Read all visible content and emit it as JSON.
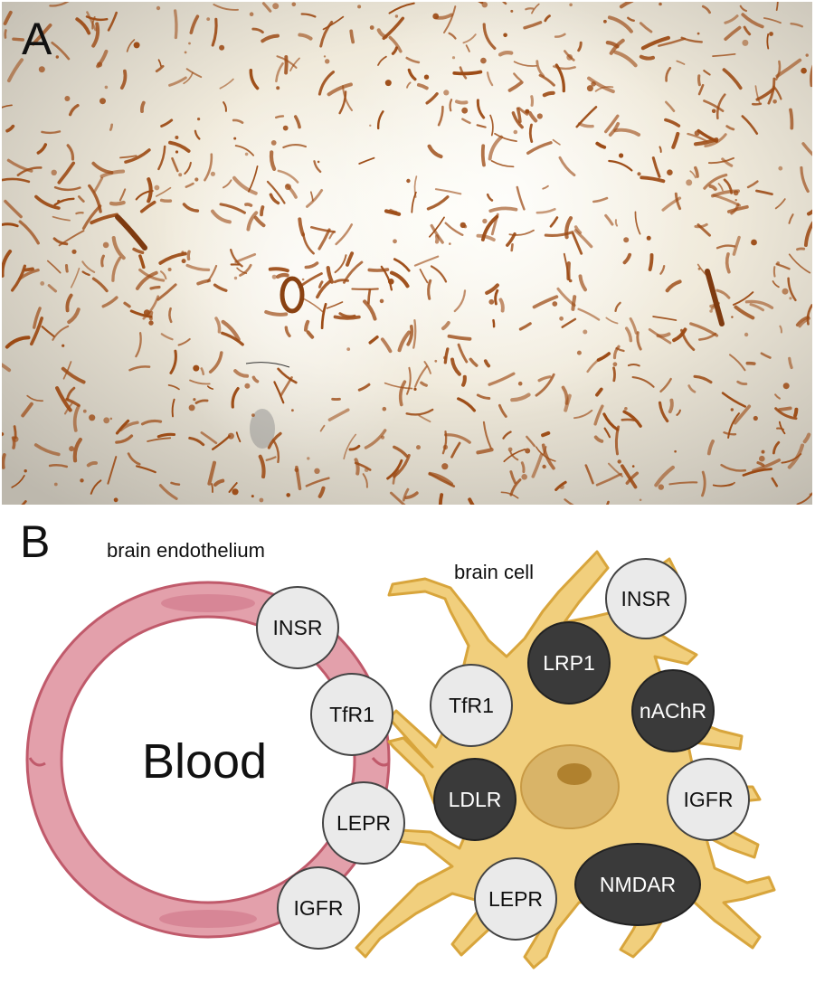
{
  "figure": {
    "panel_a": {
      "label": "A"
    },
    "panel_b": {
      "label": "B",
      "endothelium_title": "brain endothelium",
      "lumen_label": "Blood",
      "cell_title": "brain cell",
      "endothelial_receptors": [
        "INSR",
        "TfR1",
        "LEPR",
        "IGFR"
      ],
      "cell_receptors": [
        {
          "name": "INSR",
          "style": "light"
        },
        {
          "name": "LRP1",
          "style": "dark"
        },
        {
          "name": "TfR1",
          "style": "light"
        },
        {
          "name": "nAChR",
          "style": "dark"
        },
        {
          "name": "LDLR",
          "style": "dark"
        },
        {
          "name": "IGFR",
          "style": "light"
        },
        {
          "name": "LEPR",
          "style": "light"
        },
        {
          "name": "NMDAR",
          "style": "dark"
        }
      ]
    },
    "colors": {
      "vessel_stain": "#9c4a14",
      "endothelium_fill": "#e3a0ab",
      "endothelium_outline": "#c05a6b",
      "cell_fill": "#f1cf7d",
      "cell_outline": "#d8a53c",
      "receptor_light": "#eaeaea",
      "receptor_dark": "#3a3a3a"
    }
  }
}
